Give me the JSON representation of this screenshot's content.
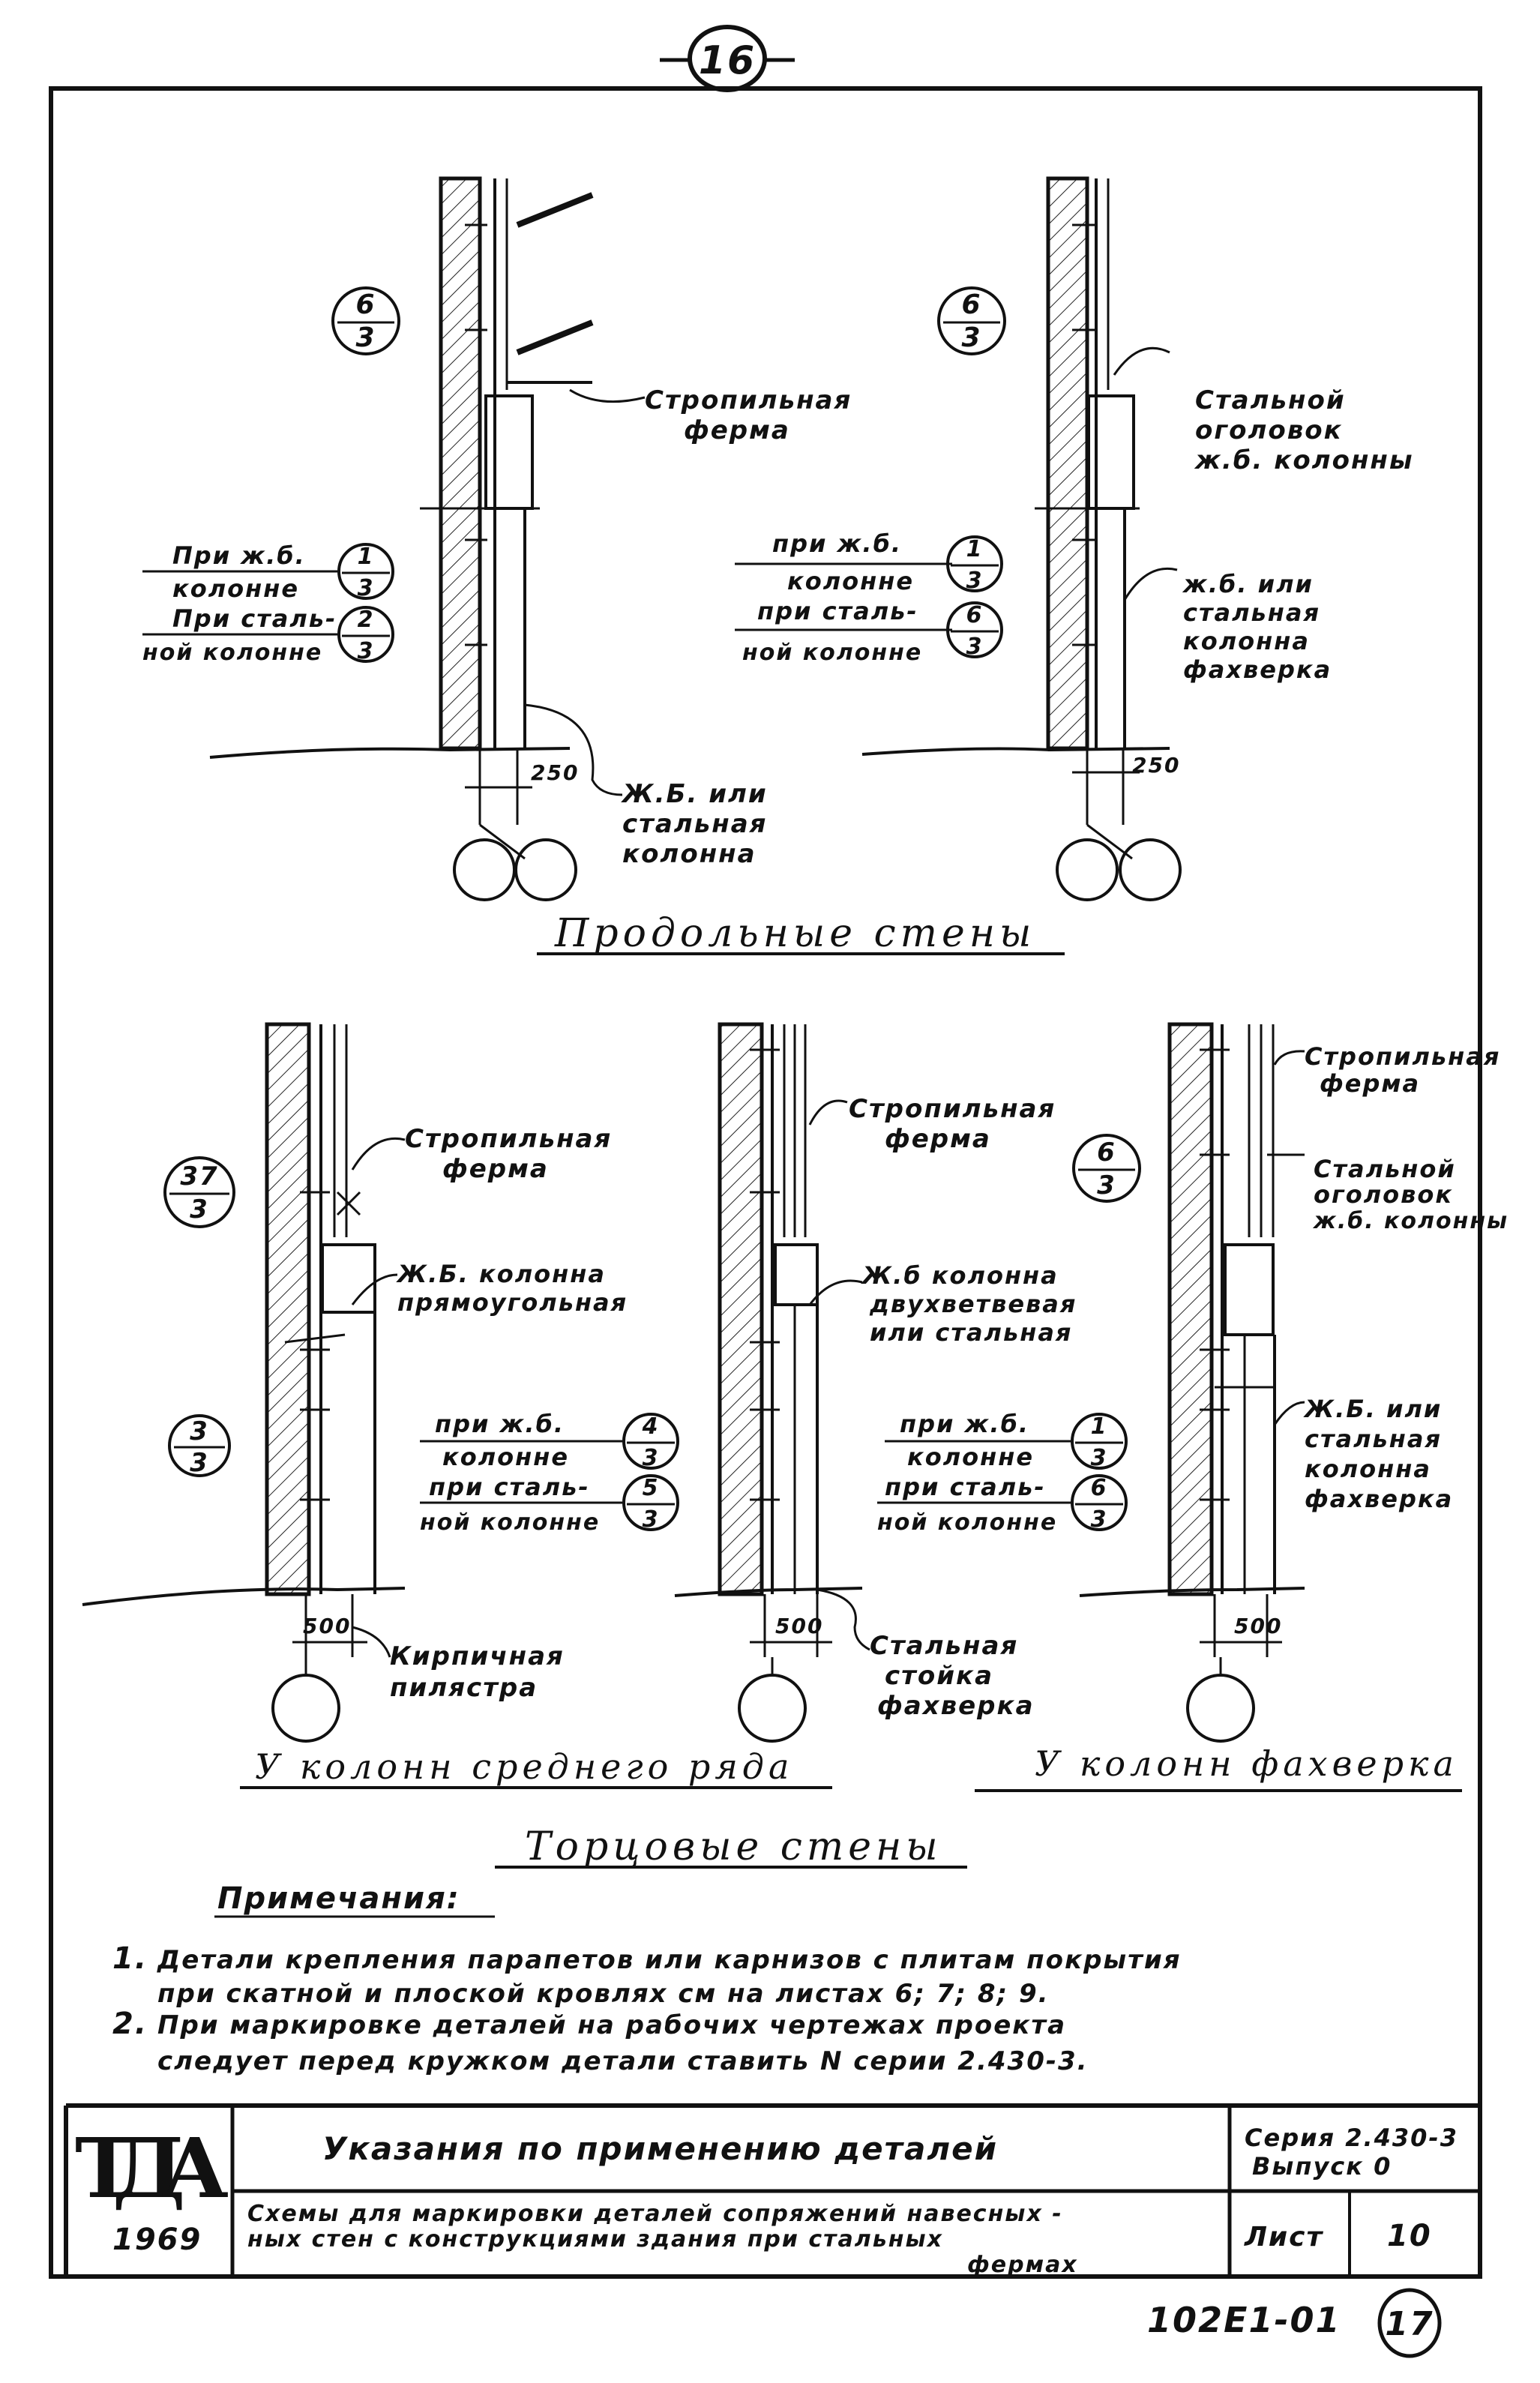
{
  "sheet_marker": "16",
  "sections": {
    "longitudinal_title": "Продольные стены",
    "middle_row_title": "У колонн среднего ряда",
    "frame_title": "У колонн фахверка",
    "end_walls_title": "Торцовые стены"
  },
  "top_left": {
    "mark_num": "6",
    "mark_den": "3",
    "truss_label_1": "Стропильная",
    "truss_label_2": "ферма",
    "ref1_line1": "При ж.б.",
    "ref1_line2": "колонне",
    "ref1_num": "1",
    "ref1_den": "3",
    "ref2_line1": "При сталь-",
    "ref2_line2": "ной колонне",
    "ref2_num": "2",
    "ref2_den": "3",
    "dim": "250",
    "col_label_1": "Ж.Б. или",
    "col_label_2": "стальная",
    "col_label_3": "колонна"
  },
  "top_right": {
    "mark_num": "6",
    "mark_den": "3",
    "head_label_1": "Стальной",
    "head_label_2": "оголовок",
    "head_label_3": "ж.б. колонны",
    "ref1_line1": "при ж.б.",
    "ref1_line2": "колонне",
    "ref1_num": "1",
    "ref1_den": "3",
    "ref2_line1": "при сталь-",
    "ref2_line2": "ной колонне",
    "ref2_num": "6",
    "ref2_den": "3",
    "col_label_1": "ж.б. или",
    "col_label_2": "стальная",
    "col_label_3": "колонна",
    "col_label_4": "фахверка",
    "dim": "250"
  },
  "bottom_left": {
    "mark1_num": "37",
    "mark1_den": "3",
    "mark2_num": "3",
    "mark2_den": "3",
    "truss_label_1": "Стропильная",
    "truss_label_2": "ферма",
    "col_label_1": "Ж.Б. колонна",
    "col_label_2": "прямоугольная",
    "ref1_line1": "при ж.б.",
    "ref1_line2": "колонне",
    "ref1_num": "4",
    "ref1_den": "3",
    "ref2_line1": "при сталь-",
    "ref2_line2": "ной колонне",
    "ref2_num": "5",
    "ref2_den": "3",
    "dim": "500",
    "pilaster_1": "Кирпичная",
    "pilaster_2": "пилястра"
  },
  "bottom_mid": {
    "truss_label_1": "Стропильная",
    "truss_label_2": "ферма",
    "col_label_1": "Ж.б колонна",
    "col_label_2": "двухветвевая",
    "col_label_3": "или стальная",
    "ref1_line1": "при ж.б.",
    "ref1_line2": "колонне",
    "ref1_num": "1",
    "ref1_den": "3",
    "ref2_line1": "при сталь-",
    "ref2_line2": "ной колонне",
    "ref2_num": "6",
    "ref2_den": "3",
    "dim": "500",
    "post_1": "Стальная",
    "post_2": "стойка",
    "post_3": "фахверка"
  },
  "bottom_right": {
    "mark_num": "6",
    "mark_den": "3",
    "truss_label_1": "Стропильная",
    "truss_label_2": "ферма",
    "head_label_1": "Стальной",
    "head_label_2": "оголовок",
    "head_label_3": "ж.б. колонны",
    "col_label_1": "Ж.Б. или",
    "col_label_2": "стальная",
    "col_label_3": "колонна",
    "col_label_4": "фахверка",
    "dim": "500"
  },
  "notes": {
    "heading": "Примечания:",
    "n1_num": "1.",
    "n1_line1": "Детали крепления парапетов или карнизов с плитам покрытия",
    "n1_line2": "при скатной и плоской кровлях см на листах 6; 7; 8; 9.",
    "n2_num": "2.",
    "n2_line1": "При маркировке деталей на рабочих чертежах проекта",
    "n2_line2": "следует перед кружком детали ставить N серии 2.430-3."
  },
  "title_block": {
    "logo": "ТДА",
    "year": "1969",
    "title": "Указания по применению деталей",
    "series_1": "Серия 2.430-3",
    "series_2": "Выпуск 0",
    "subtitle_1": "Схемы для маркировки деталей сопряжений навесных -",
    "subtitle_2": "ных стен с конструкциями здания при стальных",
    "subtitle_3": "фермах",
    "sheet_label": "Лист",
    "sheet_no": "10"
  },
  "footer": {
    "code": "102Е1-01",
    "page": "17"
  }
}
